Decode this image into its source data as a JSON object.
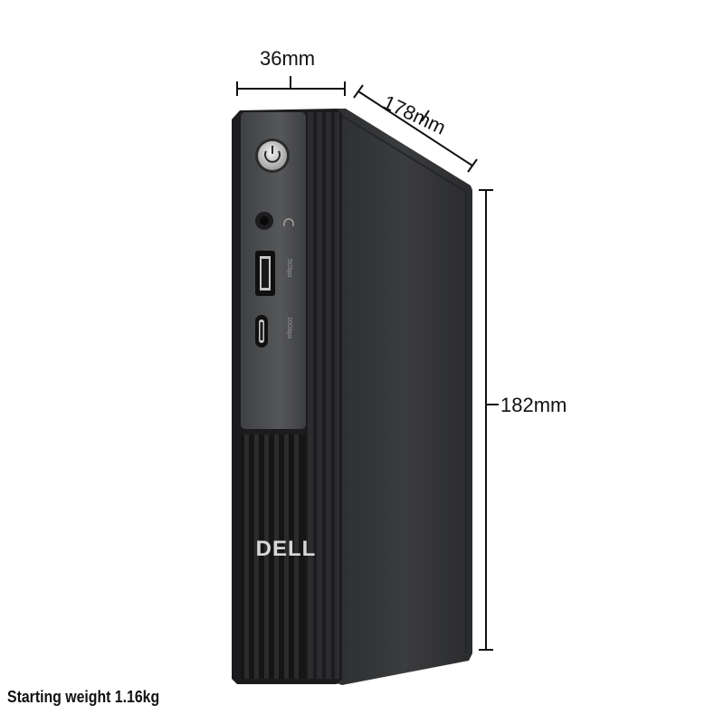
{
  "dimensions": {
    "width_label": "36mm",
    "depth_label": "178mm",
    "height_label": "182mm"
  },
  "weight_text": "Starting weight 1.16kg",
  "product": {
    "brand_logo_text": "DELL",
    "port_labels": {
      "usb_a": "5Gbps",
      "usb_c": "10Gbps"
    }
  },
  "colors": {
    "chassis_side": "#333436",
    "chassis_front": "#1c1c1e",
    "panel": "#4a4b4d",
    "logo": "#d8d8d8",
    "background": "#ffffff"
  }
}
